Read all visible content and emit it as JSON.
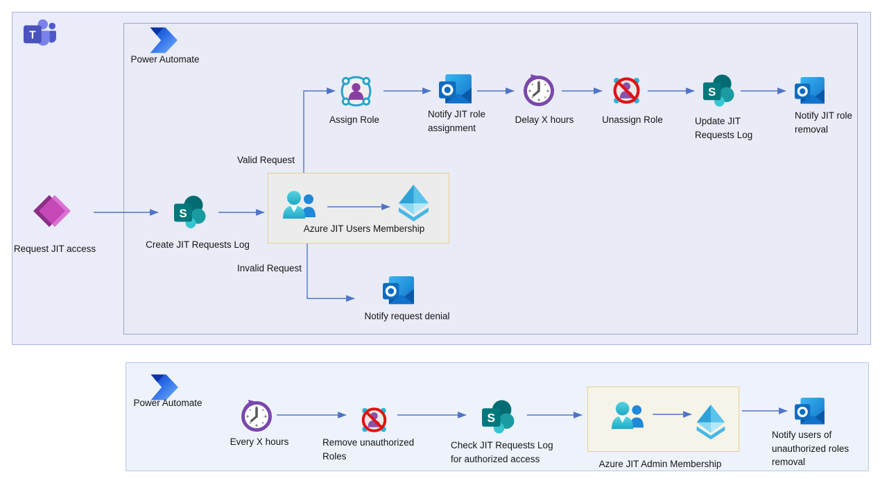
{
  "colors": {
    "arrow": "#4e74c8",
    "teams_container_fill": "#ebecfa",
    "flow_container_fill": "#e9ebf7",
    "schedule_container_fill": "#edf2fb",
    "highlight_border": "#e7d18f",
    "users_box_fill": "#ececec",
    "admin_box_fill": "#f6f4e8"
  },
  "flow1": {
    "app_label": "Power Automate",
    "request_jit": "Request JIT access",
    "create_log": "Create JIT Requests Log",
    "users_membership": "Azure JIT Users Membership",
    "valid_branch": "Valid Request",
    "invalid_branch": "Invalid Request",
    "assign_role": "Assign Role",
    "notify_assignment": "Notify JIT role\nassignment",
    "delay": "Delay X hours",
    "unassign_role": "Unassign Role",
    "update_log": "Update JIT\nRequests Log",
    "notify_removal": "Notify JIT role\nremoval",
    "notify_denial": "Notify request denial"
  },
  "flow2": {
    "app_label": "Power Automate",
    "every_x_hours": "Every X hours",
    "remove_unauthorized": "Remove unauthorized\nRoles",
    "check_log": "Check JIT Requests Log\nfor authorized access",
    "admin_membership": "Azure JIT Admin Membership",
    "notify_unauthorized": "Notify users of\nunauthorized roles\nremoval"
  },
  "icons": {
    "teams": "microsoft-teams",
    "power_automate": "power-automate",
    "power_apps": "power-apps",
    "sharepoint": "sharepoint",
    "outlook": "outlook",
    "azure_ad": "azure-active-directory",
    "users": "users-group",
    "clock": "recurrence-clock",
    "assign_role": "role-assignment",
    "unassign_role": "role-unassignment-blocked"
  }
}
